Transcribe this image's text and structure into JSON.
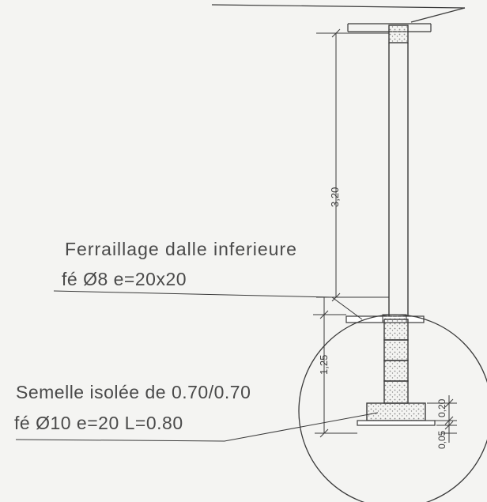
{
  "drawing": {
    "annotation_slab": {
      "line1": "Ferraillage  dalle  inferieure",
      "line2": "fé Ø8 e=20x20"
    },
    "annotation_footing": {
      "line1": "Semelle isolée de 0.70/0.70",
      "line2": "fé Ø10 e=20  L=0.80"
    },
    "dimensions": {
      "column_height": "3,20",
      "lower_height": "1,25",
      "footing_thickness": "0,20",
      "blinding_thickness": "0,05"
    }
  },
  "colors": {
    "line": "#3a3a3a",
    "hatch": "#9a9a9a",
    "paper": "#f4f4f2"
  }
}
